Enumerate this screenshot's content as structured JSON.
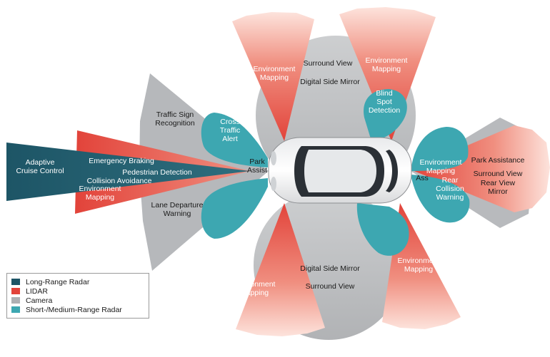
{
  "colors": {
    "long_range_radar": "#1d5566",
    "lidar": "#e2433a",
    "camera": "#aeb0b3",
    "short_medium_radar": "#3da7b1"
  },
  "labels": {
    "adaptive_cruise": "Adaptive\nCruise Control",
    "emergency_braking": "Emergency Braking",
    "pedestrian_detection": "Pedestrian Detection",
    "collision_avoidance": "Collision Avoidance",
    "env_mapping_front": "Environment\nMapping",
    "traffic_sign": "Traffic Sign\nRecognition",
    "cross_traffic": "Cross\nTraffic\nAlert",
    "lane_departure": "Lane Departure\nWarning",
    "park_assist_front": "Park\nAssist",
    "env_mapping_top_left": "Environment\nMapping",
    "surround_view_top": "Surround View",
    "digital_mirror_top": "Digital Side Mirror",
    "env_mapping_top_right": "Environment\nMapping",
    "blind_spot": "Blind\nSpot\nDetection",
    "env_mapping_rear": "Environment\nMapping",
    "rear_cross_partial": "Ass",
    "rear_collision": "Rear\nCollision\nWarning",
    "park_assistance": "Park Assistance",
    "surround_view_rear": "Surround View",
    "rear_view_mirror": "Rear View\nMirror",
    "digital_mirror_bottom": "Digital Side Mirror",
    "surround_view_bottom": "Surround View",
    "env_mapping_bottom_left": "Environment\nMapping",
    "env_mapping_bottom_right": "Environment\nMapping"
  },
  "legend": [
    {
      "label": "Long-Range Radar",
      "color_key": "long_range_radar"
    },
    {
      "label": "LIDAR",
      "color_key": "lidar"
    },
    {
      "label": "Camera",
      "color_key": "camera"
    },
    {
      "label": "Short-/Medium-Range Radar",
      "color_key": "short_medium_radar"
    }
  ]
}
